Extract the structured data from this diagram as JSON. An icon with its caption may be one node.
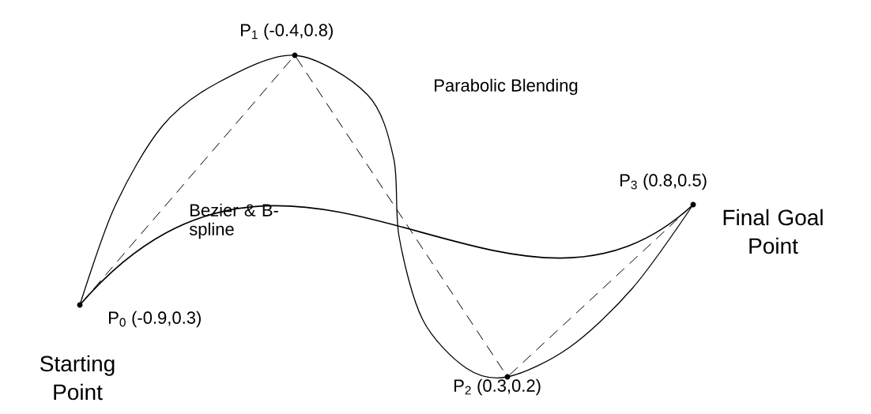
{
  "diagram": {
    "nodes": [
      {
        "text": [
          "P$_{0}$ (-0.9,0.3)"
        ],
        "beside": [
          "Starting Point"
        ]
      },
      {
        "text": [
          "P$_{1}$ (-0.4,0.8)"
        ]
      },
      {
        "text": [
          "P$_{2}$ (0.3,0.2)"
        ]
      },
      {
        "text": [
          "P$_{3}$ (0.8,0.5)"
        ],
        "beside": [
          "Final Goal Point"
        ]
      }
    ],
    "edges": [
      {
        "from": 0,
        "to": 1,
        "arrow": "none",
        "style": "dashed"
      },
      {
        "from": 1,
        "to": 2,
        "arrow": "none",
        "style": "dashed"
      },
      {
        "from": 2,
        "to": 3,
        "arrow": "none",
        "style": "dashed"
      }
    ],
    "labels": [
      "Parabolic Blending",
      "Bezier & B-spline"
    ]
  }
}
